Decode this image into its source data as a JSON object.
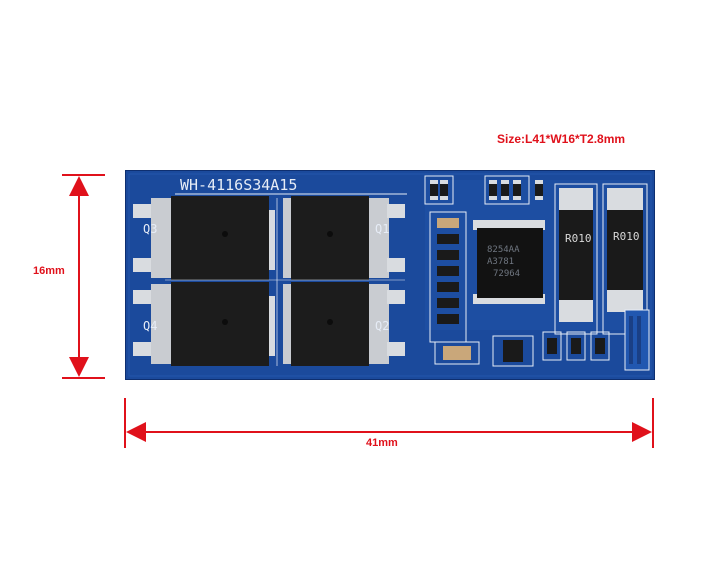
{
  "image": {
    "size_label": "Size:L41*W16*T2.8mm",
    "height_label": "16mm",
    "width_label": "41mm",
    "board": {
      "silkscreen_model": "WH-4116S34A15",
      "mosfet_labels": [
        "Q3",
        "Q1",
        "Q4",
        "Q2"
      ],
      "chip_marking": [
        "8254AA",
        "A3781",
        "72964"
      ],
      "shunt_marking": "R010",
      "colors": {
        "board": "#1b4a9c",
        "board_edge": "#0e2f70",
        "silk": "#e6ecf6",
        "pad": "#d9dce0",
        "mosfet": "#1c1c1c",
        "dimension": "#e0111b"
      }
    }
  }
}
